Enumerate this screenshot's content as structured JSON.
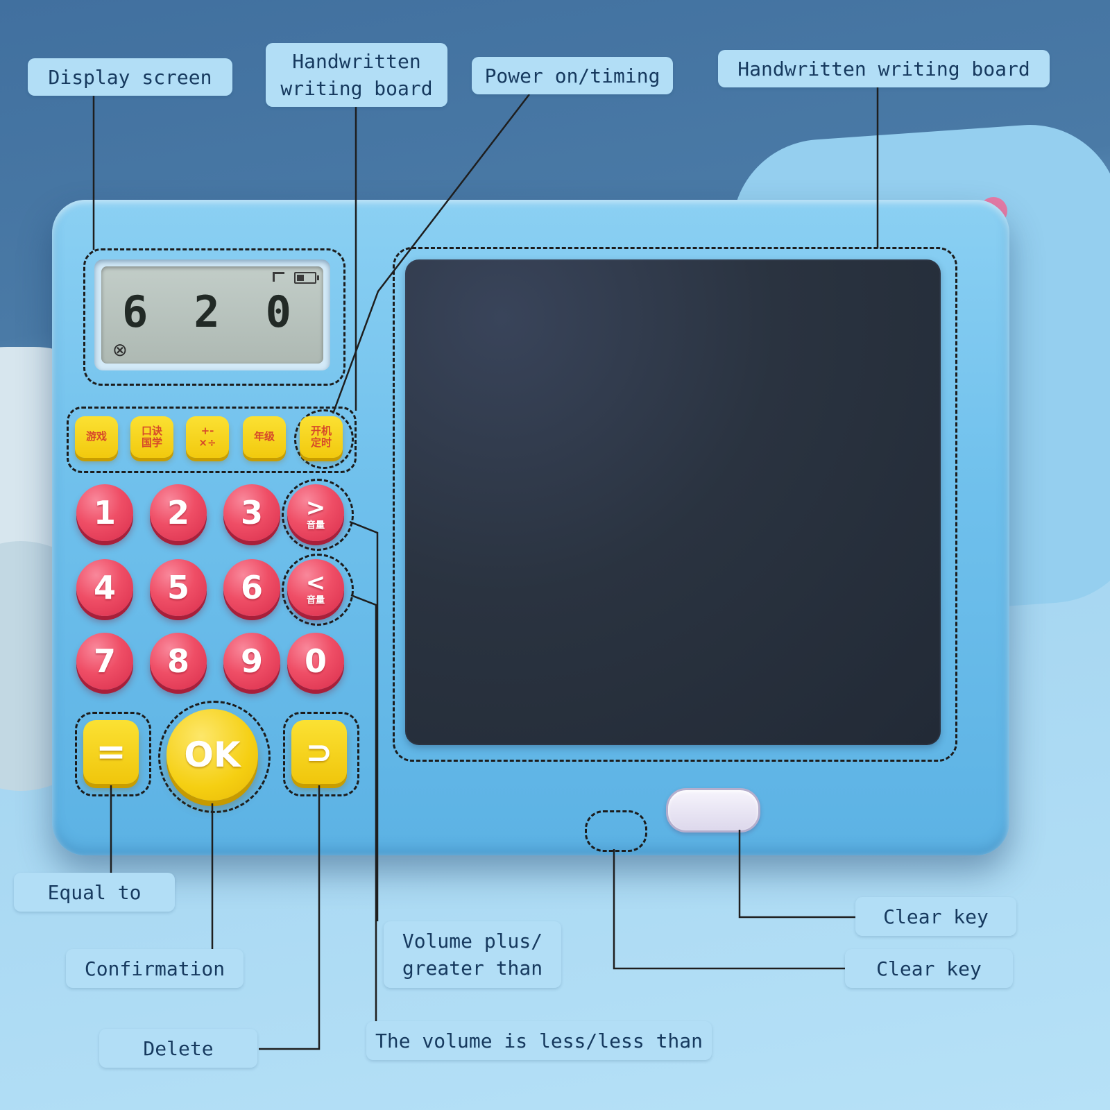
{
  "colors": {
    "device_body": "#74c3ef",
    "accent_yellow": "#f5d320",
    "accent_red": "#e8465f",
    "callout_bg": "#b2def6",
    "callout_text": "#16395e",
    "tablet_screen": "#2a3340",
    "lcd_screen": "#b6c2bd"
  },
  "callouts": {
    "display_screen": "Display screen",
    "handwritten_left_line1": "Handwritten",
    "handwritten_left_line2": "writing board",
    "power_on_timing": "Power on/timing",
    "handwritten_right": "Handwritten writing board",
    "equal_to": "Equal to",
    "confirmation": "Confirmation",
    "delete": "Delete",
    "volume_plus_line1": "Volume plus/",
    "volume_plus_line2": "greater than",
    "volume_less": "The volume is less/less than",
    "clear_key_top": "Clear key",
    "clear_key_bottom": "Clear key"
  },
  "device": {
    "lcd": {
      "digit1": "6",
      "digit2": "2",
      "digit3": "0",
      "operator": "⊗"
    },
    "function_buttons": [
      {
        "lines": [
          "游戏"
        ]
      },
      {
        "lines": [
          "口诀",
          "国学"
        ]
      },
      {
        "lines": [
          "+-",
          "×÷"
        ]
      },
      {
        "lines": [
          "年级"
        ]
      },
      {
        "lines": [
          "开机",
          "定时"
        ]
      }
    ],
    "numpad": [
      "1",
      "2",
      "3",
      "4",
      "5",
      "6",
      "7",
      "8",
      "9",
      "0"
    ],
    "volume_up": {
      "symbol": ">",
      "label": "音量"
    },
    "volume_down": {
      "symbol": "<",
      "label": "音量"
    },
    "equals": "=",
    "ok": "OK",
    "delete_key": "⊃"
  }
}
